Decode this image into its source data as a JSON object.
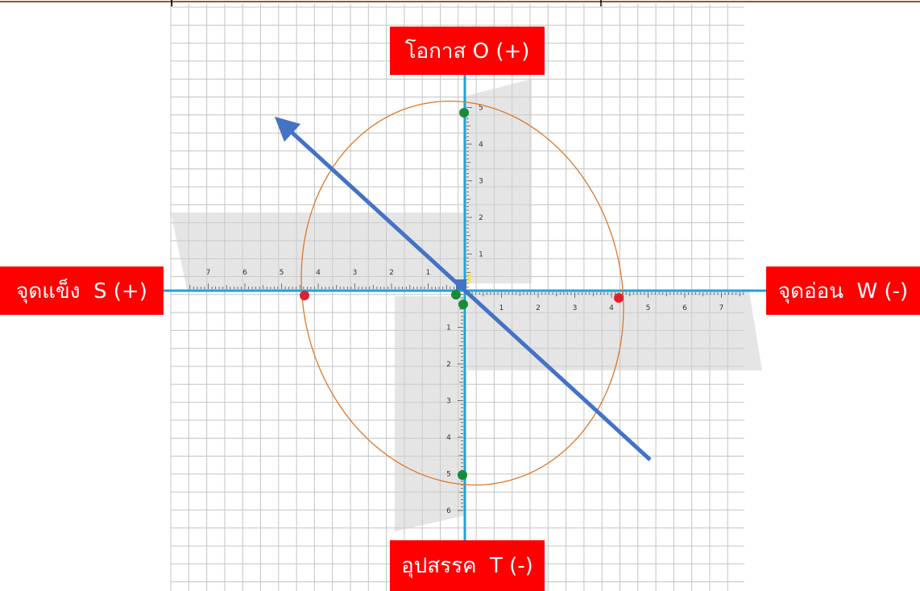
{
  "labels": {
    "opportunity": "โอกาส O (+)",
    "strength": "จุดแข็ง  S (+)",
    "weakness": "จุดอ่อน  W (-)",
    "threat": "อุปสรรค  T (-)"
  },
  "scale": {
    "ruler_numbers": [
      "1",
      "2",
      "3",
      "4",
      "5",
      "6",
      "7"
    ],
    "range": [
      -8,
      8
    ]
  },
  "points": {
    "strength_score": 4.5,
    "weakness_score": 4.1,
    "opportunity_score": 5.1,
    "threat_score": 5.1
  },
  "colors": {
    "label_bg": "#ff0000",
    "label_text": "#ffffff",
    "axis": "#1fa3d8",
    "grid": "#c4c4c4",
    "arrow": "#4472c4",
    "ellipse": "#d9772b",
    "green_point": "#1a8a3a",
    "red_point": "#e0202f"
  }
}
